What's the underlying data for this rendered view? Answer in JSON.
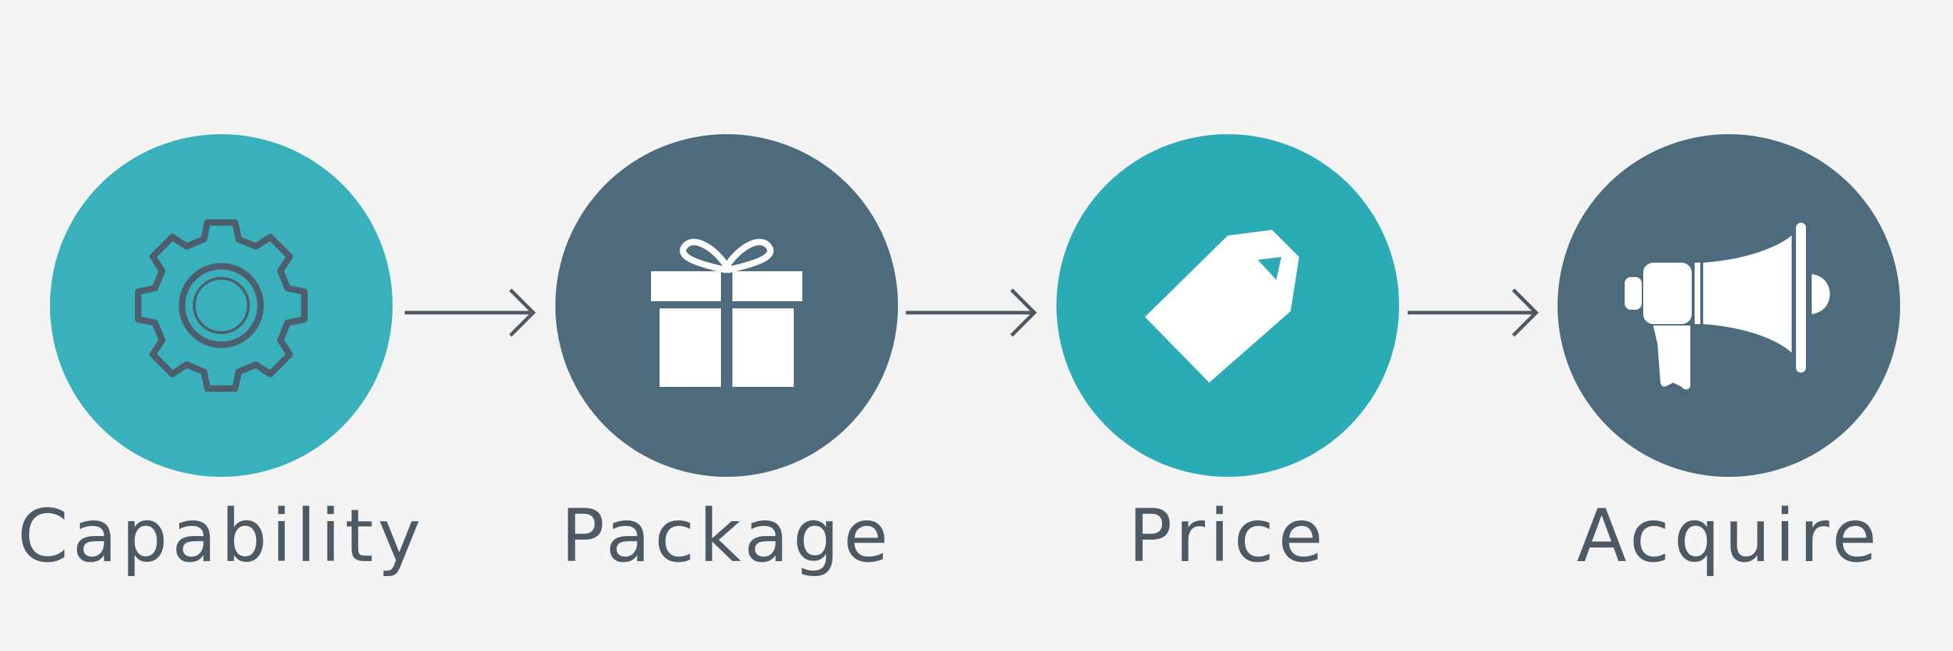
{
  "steps": [
    {
      "label": "Capability",
      "icon": "gear-icon",
      "color": "#39b1bd"
    },
    {
      "label": "Package",
      "icon": "gift-icon",
      "color": "#4e6b7d"
    },
    {
      "label": "Price",
      "icon": "price-tag-icon",
      "color": "#2aabb6"
    },
    {
      "label": "Acquire",
      "icon": "megaphone-icon",
      "color": "#4e6b7d"
    }
  ],
  "colors": {
    "background": "#f4f4f4",
    "teal": "#39b1bd",
    "slate": "#4e6b7d",
    "text": "#4d5a66",
    "arrow": "#4d5a66"
  }
}
